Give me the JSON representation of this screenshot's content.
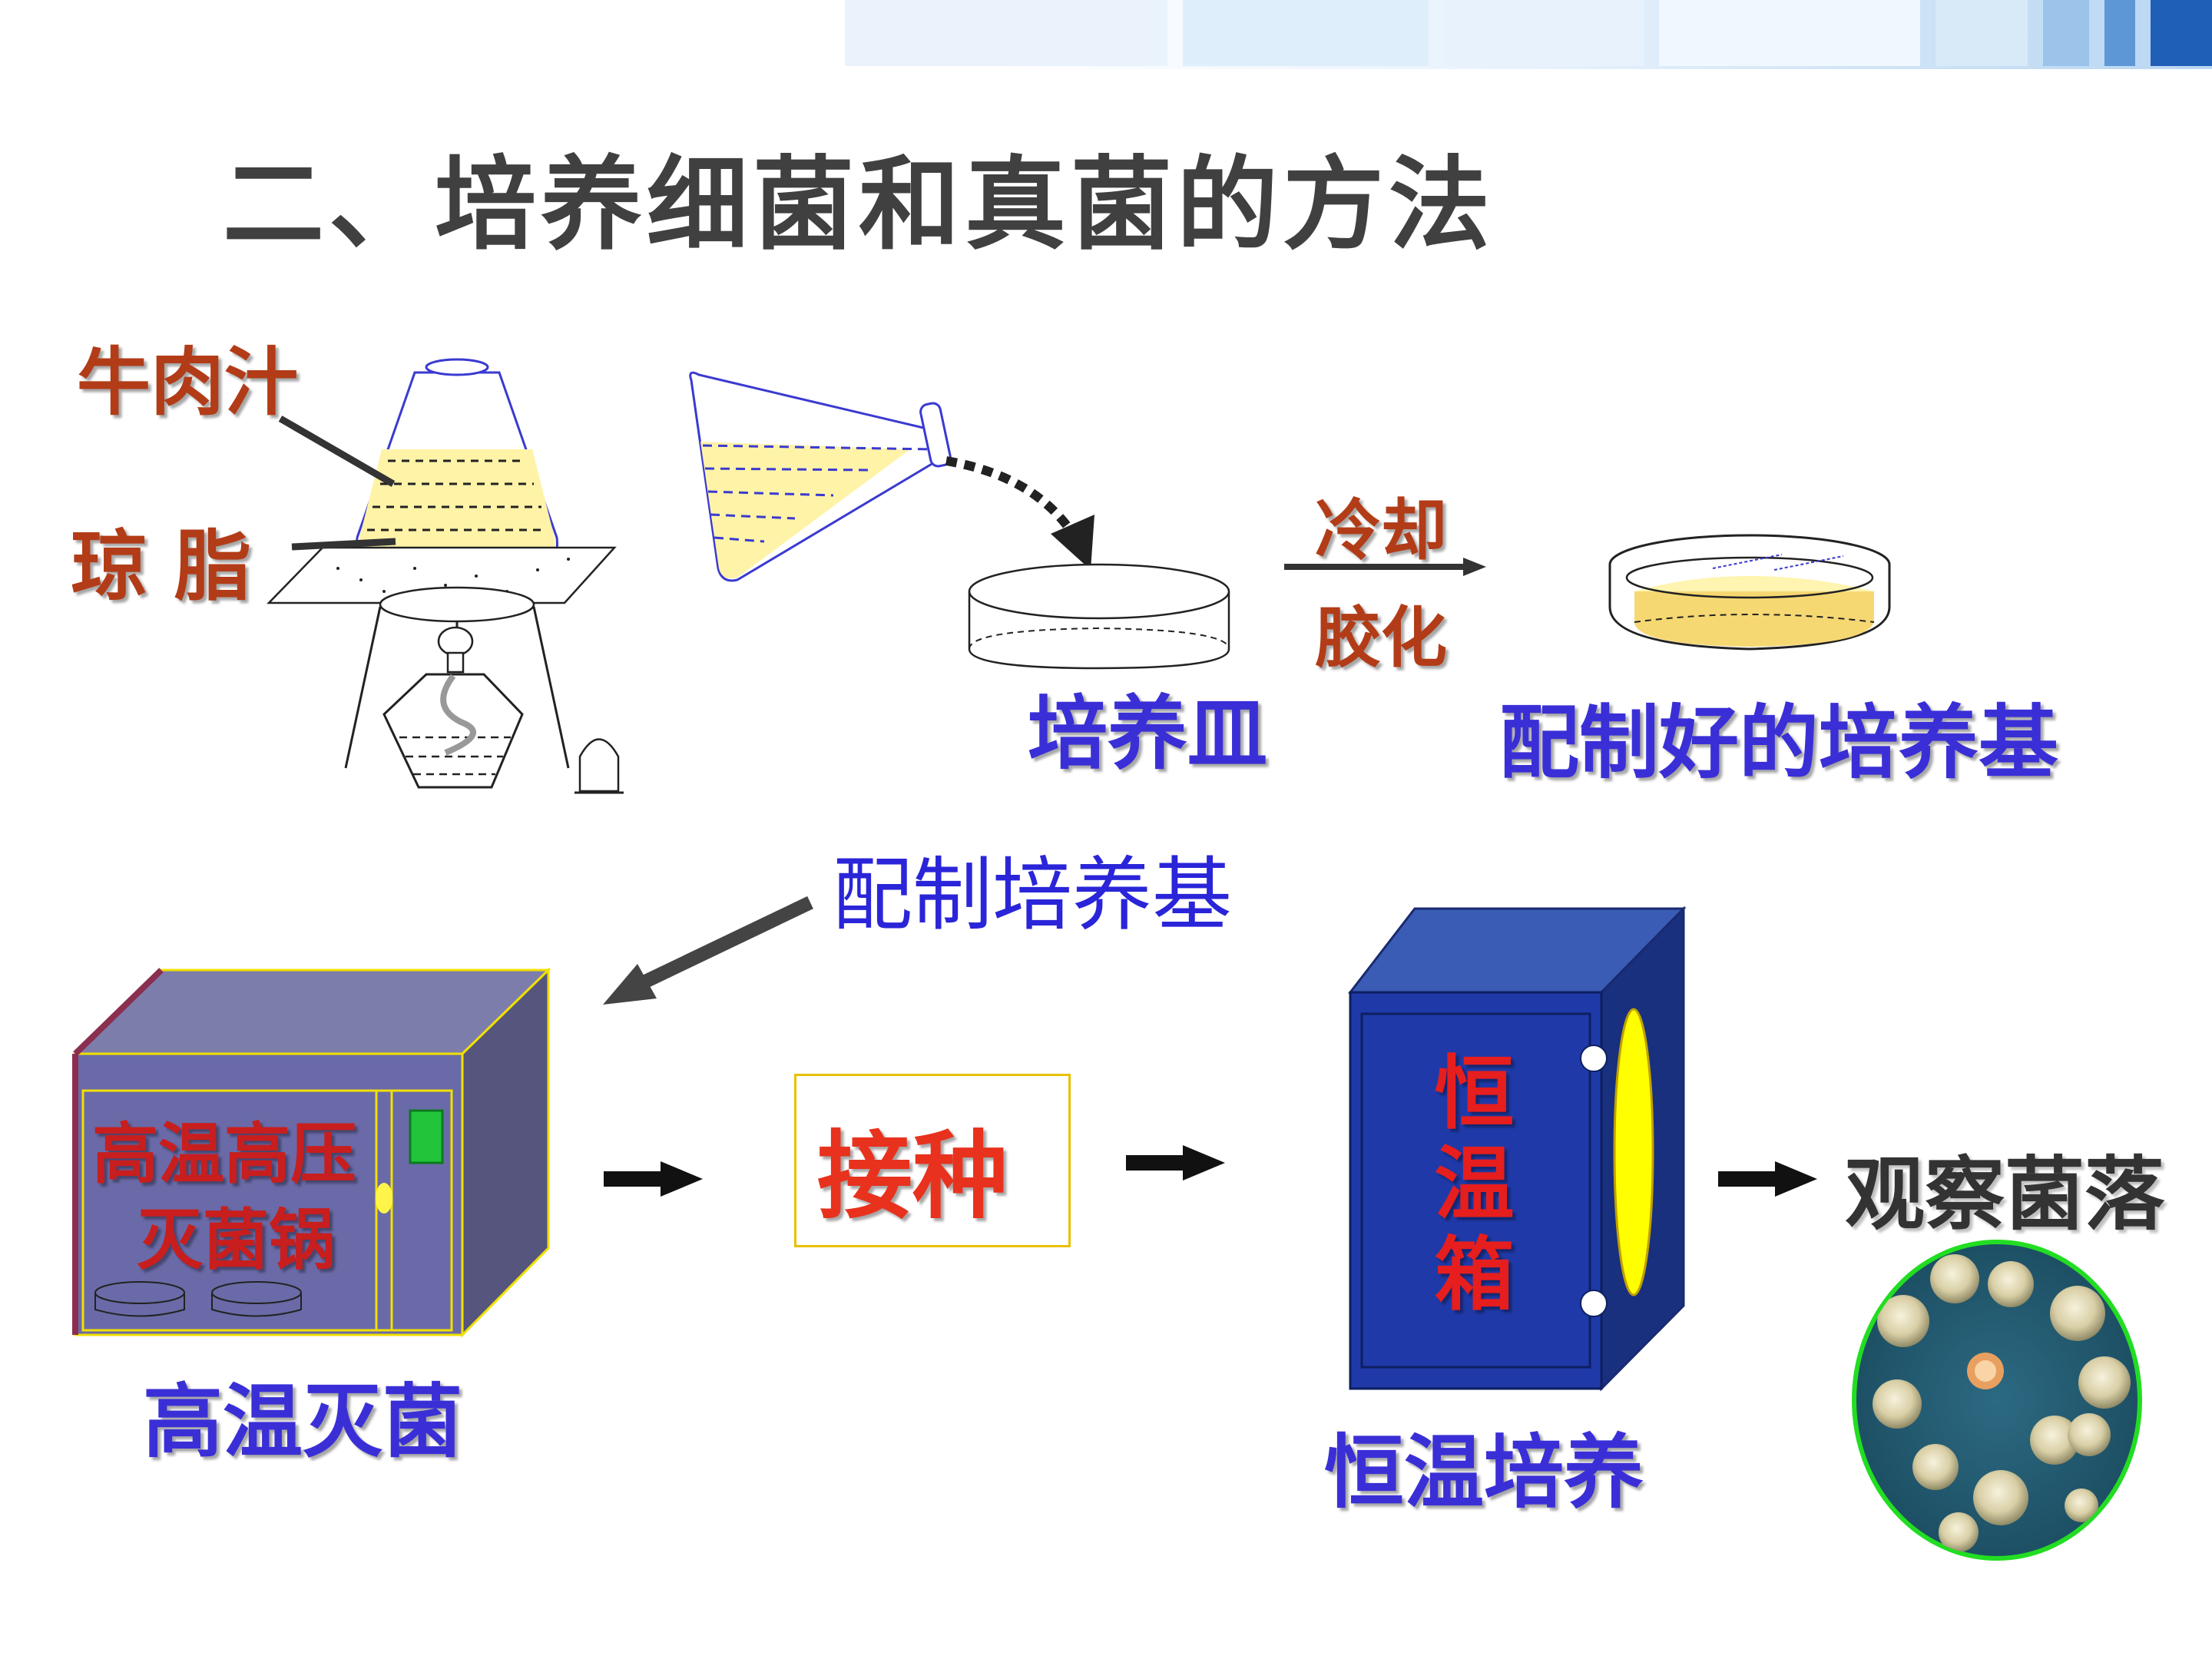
{
  "title": "二、培养细菌和真菌的方法",
  "labels": {
    "beef_broth": "牛肉汁",
    "agar": "琼  脂",
    "petri_dish": "培养皿",
    "cool": "冷却",
    "gel": "胶化",
    "prepared_medium": "配制好的培养基",
    "prepare_medium": "配制培养基",
    "autoclave": "高温高压\n灭菌锅",
    "autoclave_line1": "高温高压",
    "autoclave_line2": "灭菌锅",
    "sterilize": "高温灭菌",
    "inoculate": "接种",
    "incubator": "恒温箱",
    "incubate": "恒温培养",
    "observe": "观察菌落"
  },
  "colors": {
    "red_label": "#c0392b",
    "blue_label": "#3a2fd6",
    "incubator_body": "#1f3aa8",
    "autoclave_body": "#6a6aa8",
    "medium_yellow": "#fff0a0"
  }
}
